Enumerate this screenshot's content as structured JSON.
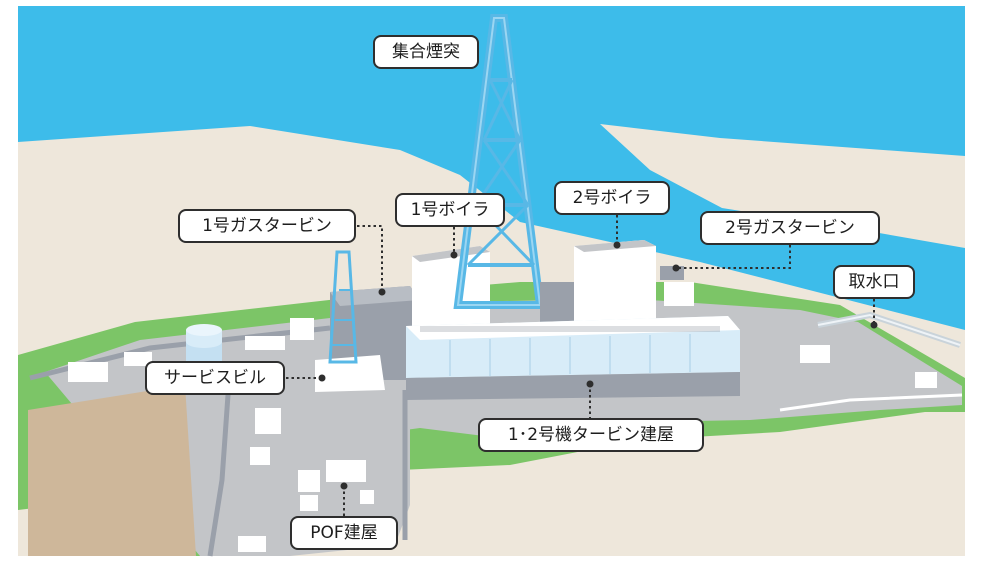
{
  "diagram": {
    "labels": {
      "stack": "集合煙突",
      "boiler1": "1号ボイラ",
      "boiler2": "2号ボイラ",
      "gas_turbine1": "1号ガスタービン",
      "gas_turbine2": "2号ガスタービン",
      "water_intake": "取水口",
      "service_building": "サービスビル",
      "turbine_building": "1･2号機タービン建屋",
      "pof_building": "POF建屋"
    },
    "colors": {
      "sea": "#3dbcea",
      "sand": "#eee7db",
      "grass": "#7cc567",
      "ground": "#c3c5c8",
      "building": "#ffffff",
      "glass": "#d8ecf8",
      "stack": "#58b8e6",
      "field": "#ceb79a"
    }
  }
}
